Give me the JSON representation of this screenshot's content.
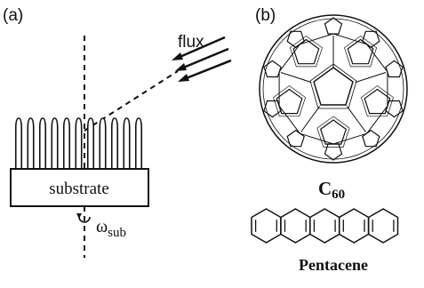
{
  "panel_a": {
    "label": "(a)",
    "flux_label": "flux",
    "substrate_label": "substrate",
    "rotation_symbol": "ω",
    "rotation_subscript": "sub"
  },
  "panel_b": {
    "label": "(b)",
    "c60_main": "C",
    "c60_subscript": "60",
    "pentacene_label": "Pentacene"
  },
  "colors": {
    "ink": "#111111",
    "background": "#ffffff"
  }
}
